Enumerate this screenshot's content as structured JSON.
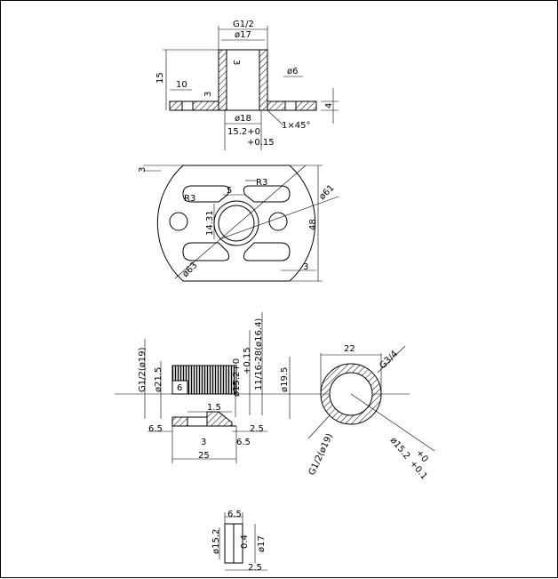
{
  "drawing": {
    "top_view": {
      "thread": "G1/2",
      "d17": "ø17",
      "d6": "ø6",
      "d18": "ø18",
      "h15": "15",
      "w10": "10",
      "t3a": "3",
      "t3b": "3",
      "t4": "4",
      "chamfer": "1×45°",
      "tol1": "15.2+0",
      "tol2": "+0.15"
    },
    "plate_view": {
      "t3": "3",
      "r3a": "R3",
      "r3b": "R3",
      "w5": "5",
      "d61": "ø61",
      "h1431": "14.31",
      "h48": "48",
      "d63": "ø63",
      "w3": "3"
    },
    "fitting_view": {
      "g12": "G1/2(ø19)",
      "d215": "ø21.5",
      "w6": "6",
      "d152": "ø15.2+0",
      "tol015": "+0.15",
      "thread11": "11/16-28(ø16.4)",
      "d195": "ø19.5",
      "w15": "1.5",
      "w65a": "6.5",
      "w25a": "2.5",
      "w3": "3",
      "w65b": "6.5",
      "w25": "25"
    },
    "ring_view": {
      "w22": "22",
      "g34": "G3/4",
      "d152": "ø15.2",
      "tol0": "+0",
      "tol01": "+0.1",
      "g12": "G1/2(ø19)"
    },
    "washer_view": {
      "w65": "6.5",
      "d152": "ø15.2",
      "t04": "0.4",
      "d17": "ø17",
      "w25": "2.5"
    }
  }
}
